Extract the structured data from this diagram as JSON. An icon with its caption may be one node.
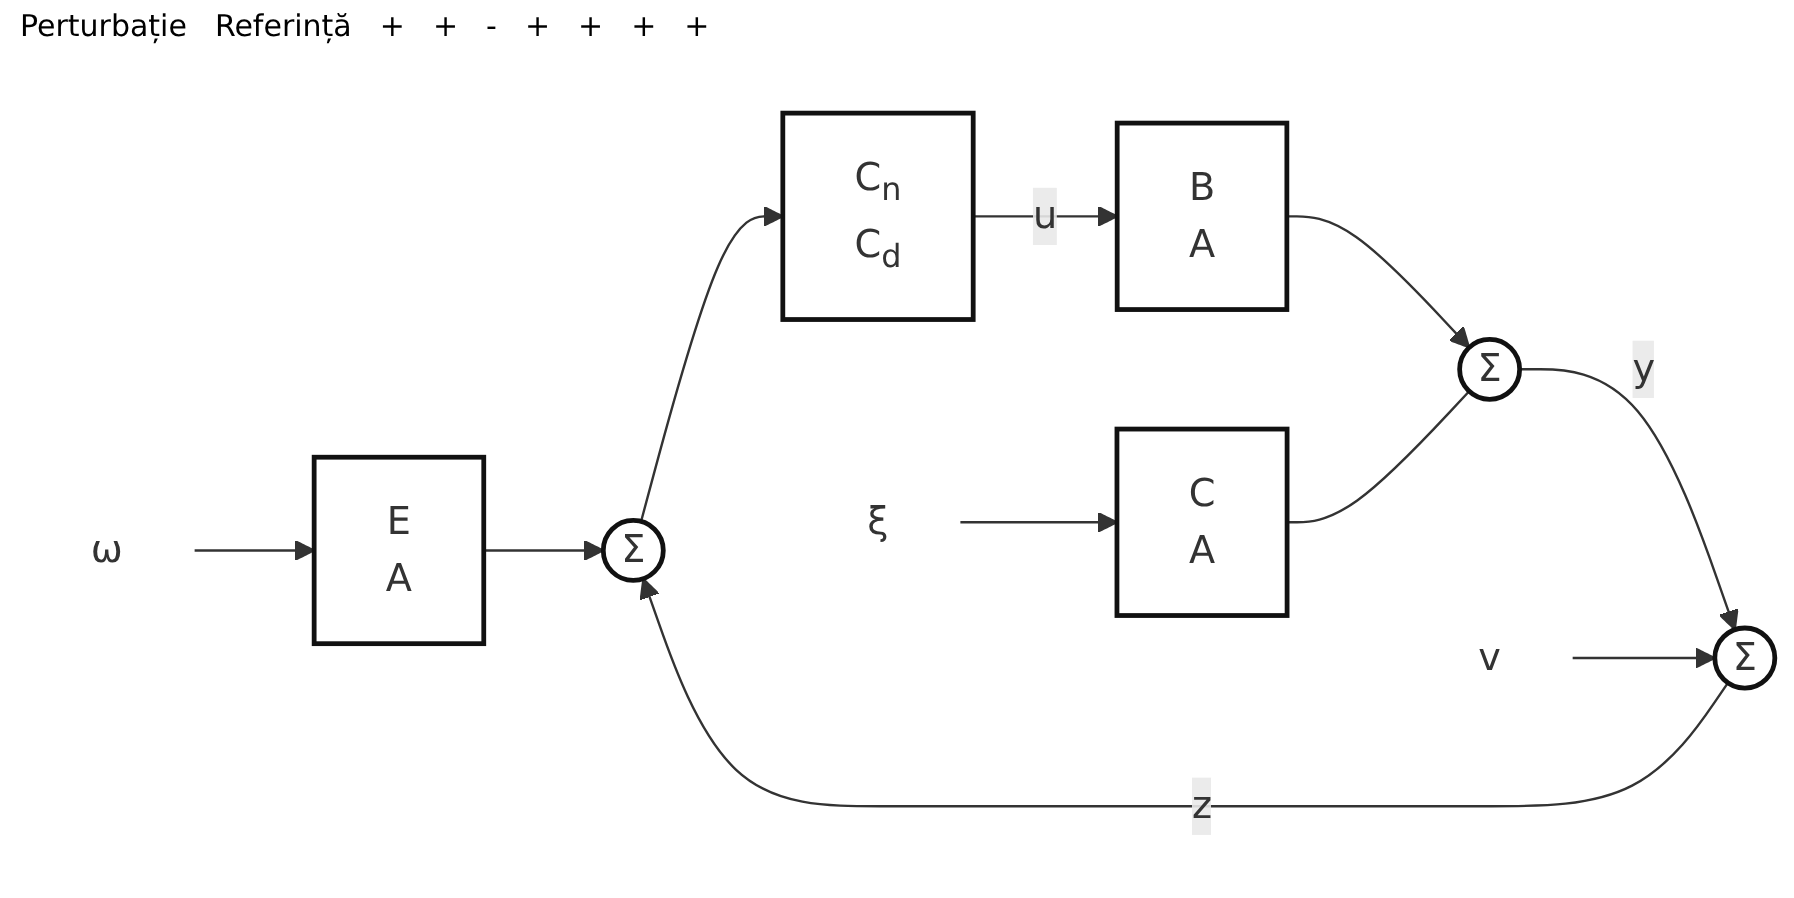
{
  "diagram": {
    "nodes": [
      {
        "text": [
          "ω"
        ]
      },
      {
        "text": [
          "E",
          "A"
        ]
      },
      {
        "text": [
          "Σ"
        ]
      },
      {
        "text": [
          "C$_{n}$",
          "C$_{d}$"
        ]
      },
      {
        "text": [
          "B",
          "A"
        ]
      },
      {
        "text": [
          "Σ"
        ]
      },
      {
        "text": [
          "ξ"
        ]
      },
      {
        "text": [
          "C",
          "A"
        ]
      },
      {
        "text": [
          "v"
        ]
      },
      {
        "text": [
          "Σ"
        ]
      }
    ],
    "edges": [
      {
        "from": 0,
        "to": 1,
        "arrow": "to"
      },
      {
        "from": 1,
        "to": 2,
        "arrow": "to"
      },
      {
        "from": 2,
        "to": 3,
        "arrow": "to"
      },
      {
        "from": 3,
        "to": 4,
        "label": "u",
        "arrow": "to"
      },
      {
        "from": 4,
        "to": 5,
        "arrow": "to"
      },
      {
        "from": 6,
        "to": 7,
        "arrow": "to"
      },
      {
        "from": 7,
        "to": 5,
        "arrow": "none"
      },
      {
        "from": 5,
        "to": 9,
        "label": "y",
        "arrow": "to"
      },
      {
        "from": 8,
        "to": 9,
        "arrow": "to"
      },
      {
        "from": 9,
        "to": 2,
        "label": "z",
        "arrow": "to"
      }
    ],
    "labels": [
      "Perturbație",
      "Referință",
      "+",
      "+",
      "-",
      "+",
      "+",
      "+",
      "+"
    ]
  }
}
